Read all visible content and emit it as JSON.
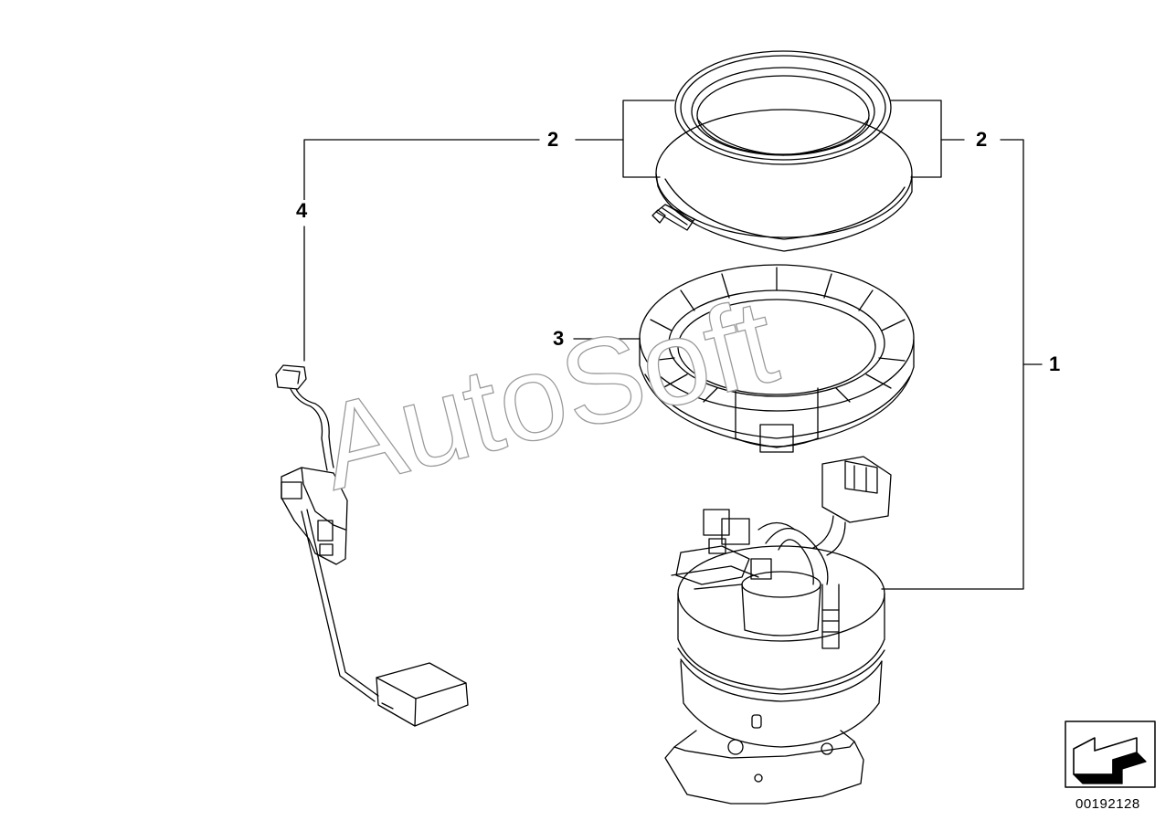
{
  "watermark": "AutoSoft",
  "callouts": {
    "c2_left": "2",
    "c2_right": "2",
    "c4": "4",
    "c3": "3",
    "c1": "1"
  },
  "document_number": "00192128",
  "icons": {
    "corner_symbol": "arrow-down-left-icon"
  },
  "colors": {
    "line": "#000000",
    "background": "#ffffff",
    "watermark_outline": "#9a9a9a"
  }
}
